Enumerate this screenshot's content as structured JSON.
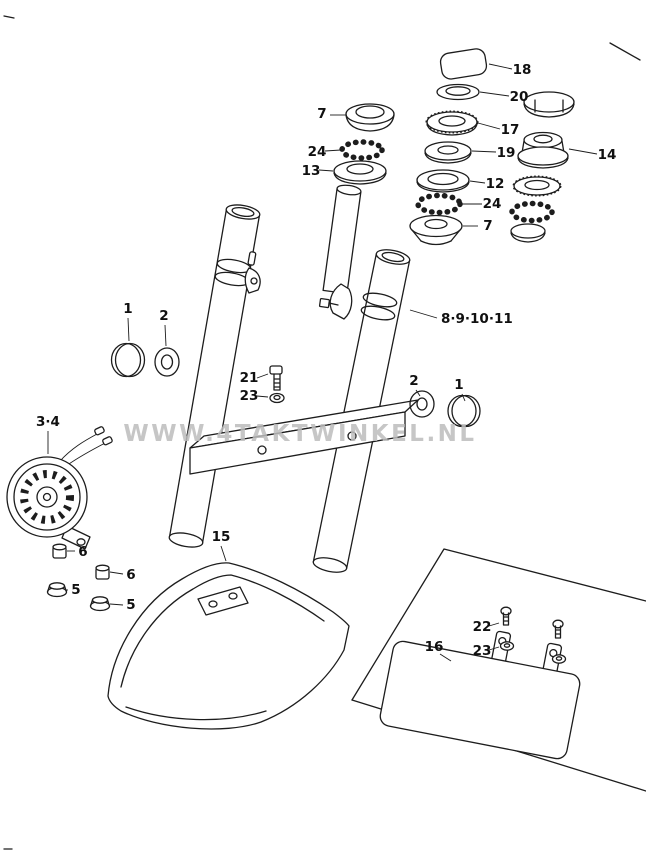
{
  "diagram": {
    "watermark": "WWW.4TAKTWINKEL.NL",
    "callouts": {
      "fork_top_bolt": "7",
      "balls_upper_left": "24",
      "seal_13": "13",
      "cap_18": "18",
      "washer_20": "20",
      "locknut_17": "17",
      "race_19": "19",
      "stem_nut_14": "14",
      "race_12": "12",
      "balls_lower": "24",
      "cone_7": "7",
      "reflector_left": "1",
      "grommet_left": "2",
      "fork_assembly": "8·9·10·11",
      "bolt_21": "21",
      "washer_23": "23",
      "grommet_right": "2",
      "reflector_right": "1",
      "horn": "3·4",
      "fender": "15",
      "nut_6_first": "6",
      "nut_6_second": "6",
      "nut_5_first": "5",
      "nut_5_second": "5",
      "plate_16": "16",
      "bolt_22": "22",
      "washer_23_plate": "23"
    }
  }
}
